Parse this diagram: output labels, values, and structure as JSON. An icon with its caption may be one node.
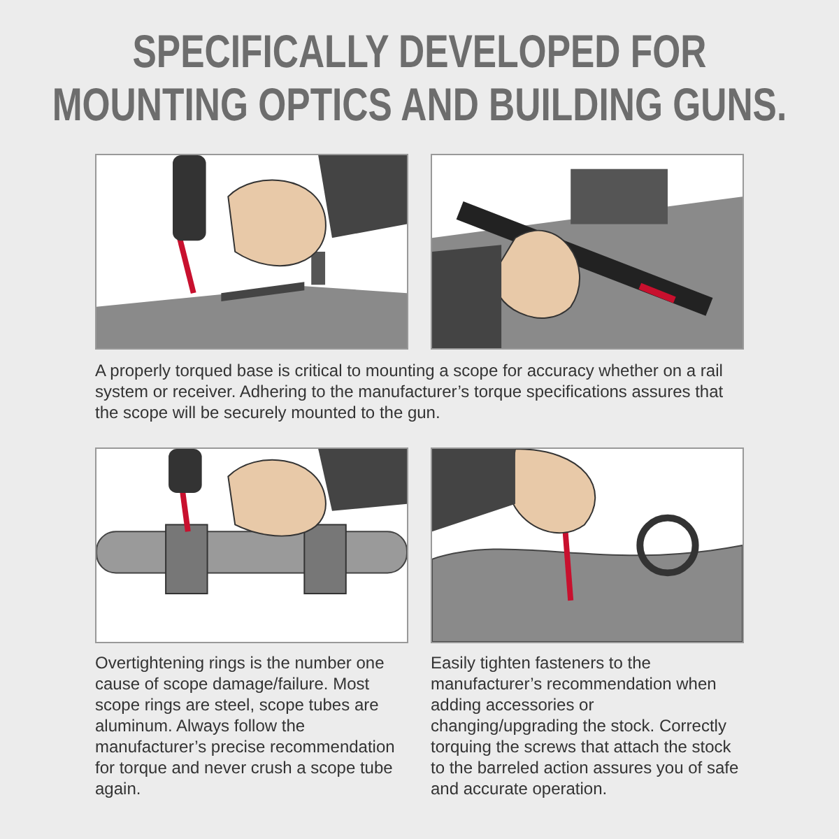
{
  "diagram": {
    "title": "SPECIFICALLY DEVELOPED FOR MOUNTING OPTICS AND BUILDING GUNS.",
    "labels": [
      "A properly torqued base is critical to mounting a scope for accuracy whether on a rail system or receiver. Adhering to the manufacturer’s torque specifications assures that the scope will be securely mounted to the gun.",
      "Overtightening rings is the number one cause of scope damage/failure. Most scope rings are steel, scope tubes are aluminum. Always follow the manufacturer’s precise recommendation for torque and never crush a scope tube again.",
      "Easily tighten fasteners to the manufacturer’s recommendation when adding accessories or changing/upgrading the stock. Correctly torquing the screws that attach the stock to the barreled action assures you of safe and accurate operation."
    ]
  }
}
